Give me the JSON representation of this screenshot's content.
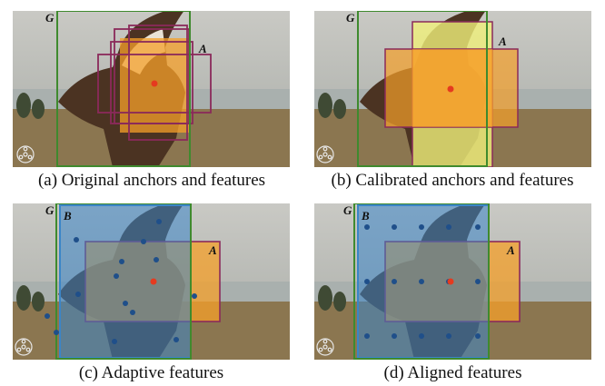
{
  "panels": [
    {
      "id": "a",
      "caption": "(a) Original anchors and features",
      "labels": {
        "G": "G",
        "A": "A"
      }
    },
    {
      "id": "b",
      "caption": "(b) Calibrated anchors and features",
      "labels": {
        "G": "G",
        "A": "A"
      }
    },
    {
      "id": "c",
      "caption": "(c) Adaptive features",
      "labels": {
        "G": "G",
        "B": "B",
        "A": "A"
      }
    },
    {
      "id": "d",
      "caption": "(d) Aligned features",
      "labels": {
        "G": "G",
        "B": "B",
        "A": "A"
      }
    }
  ],
  "colors": {
    "ground_truth_box": "#3f8a2e",
    "anchor_box": "#8a2a5a",
    "feature_fill": "#f5a02a",
    "calibrated_fill": "#f0f07a",
    "adaptive_box": "#3a85c8",
    "sample_point": "#1f4f8a",
    "center_point": "#e53a1f"
  },
  "watermark_icon": "reel-watermark-icon"
}
